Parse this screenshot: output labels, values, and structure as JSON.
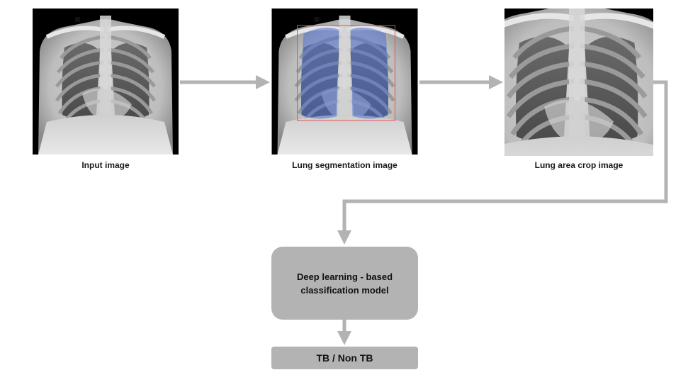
{
  "steps": {
    "input_label": "Input image",
    "segmentation_label": "Lung segmentation image",
    "crop_label": "Lung area crop image"
  },
  "model_label": "Deep learning - based classification model",
  "result_label": "TB / Non TB",
  "colors": {
    "arrow": "#b3b3b3",
    "box": "#b3b3b3",
    "lung_mask": "#4a6fd0",
    "bbox": "#e05050"
  }
}
